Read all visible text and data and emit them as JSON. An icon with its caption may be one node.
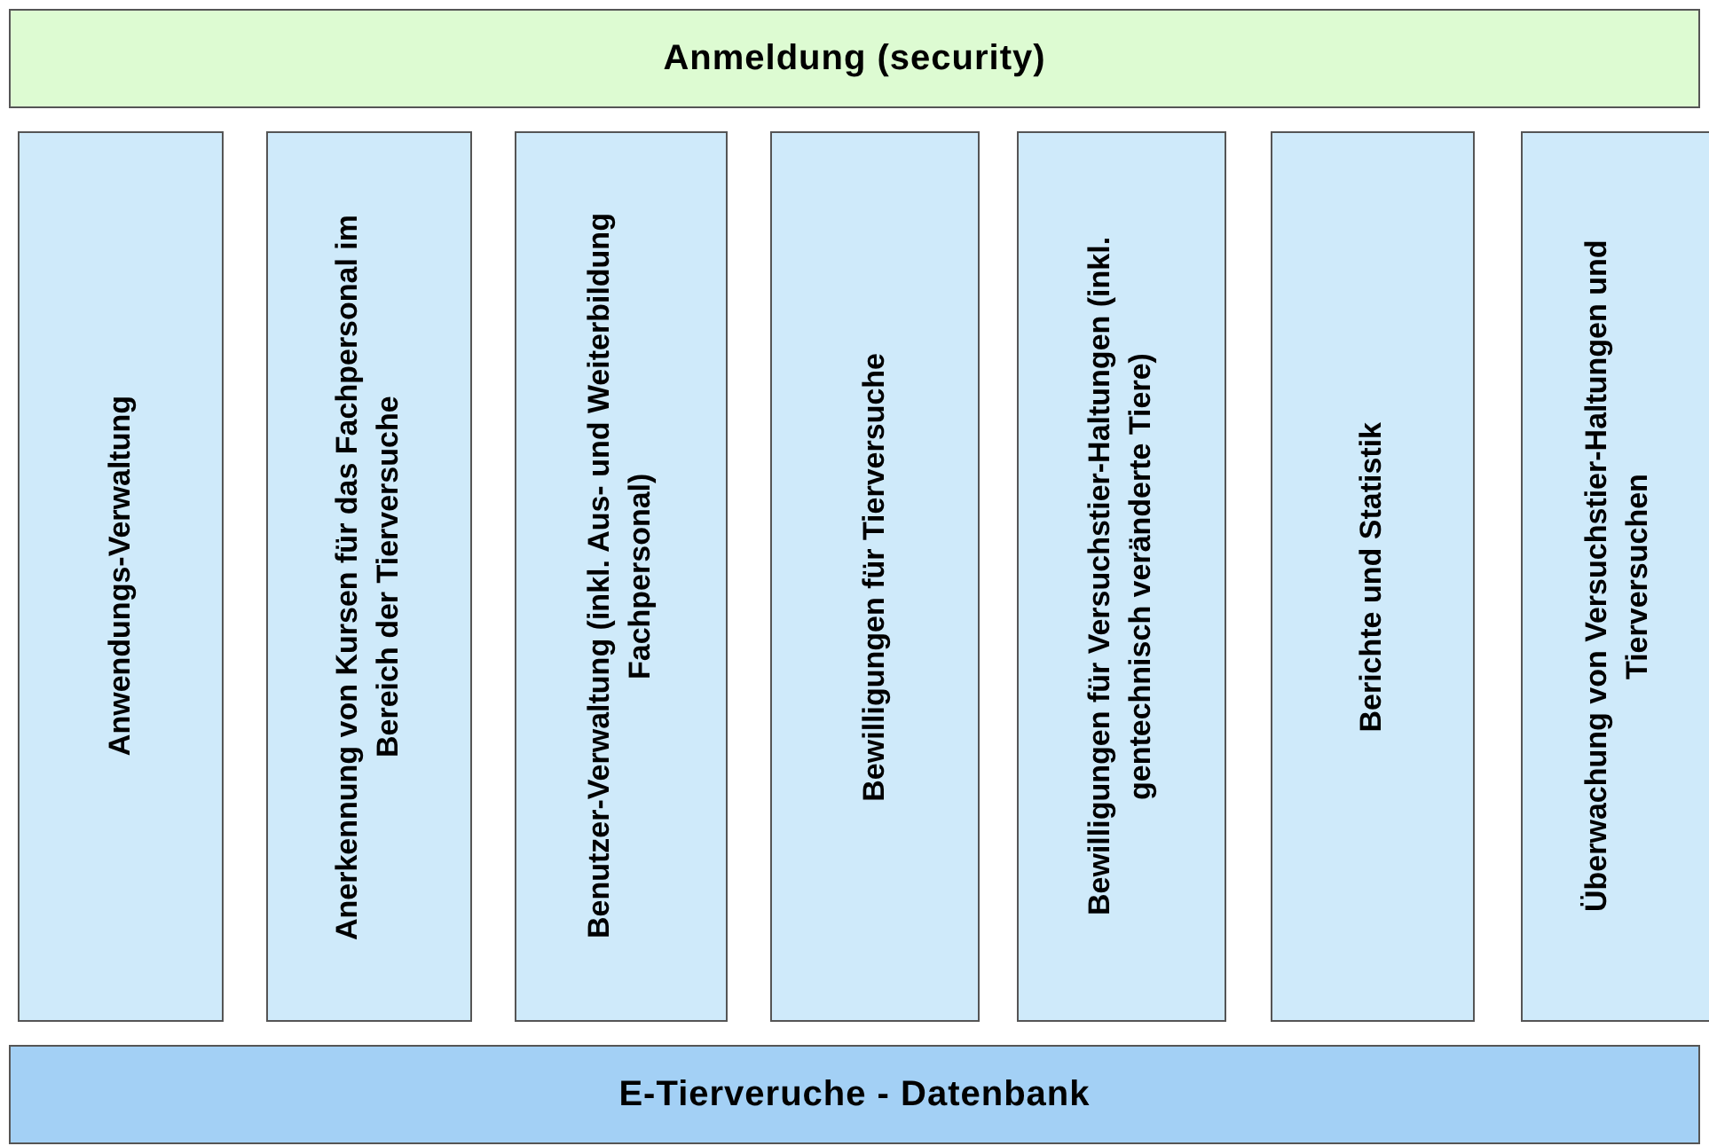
{
  "diagram": {
    "nodes": [
      {
        "text": [
          "Anmeldung (security)"
        ]
      },
      {
        "text": [
          "Anwendungs-Verwaltung"
        ]
      },
      {
        "text": [
          "Anerkennung von Kursen für das Fachpersonal im Bereich der Tierversuche"
        ]
      },
      {
        "text": [
          "Benutzer-Verwaltung (inkl. Aus- und Weiterbildung Fachpersonal)"
        ]
      },
      {
        "text": [
          "Bewilligungen für Tierversuche"
        ]
      },
      {
        "text": [
          "Bewilligungen für Versuchstier-Haltungen (inkl. gentechnisch veränderte Tiere)"
        ]
      },
      {
        "text": [
          "Berichte und Statistik"
        ]
      },
      {
        "text": [
          "Überwachung von Versuchstier-Haltungen und Tierversuchen"
        ]
      },
      {
        "text": [
          "E-Tierveruche - Datenbank"
        ]
      }
    ]
  }
}
